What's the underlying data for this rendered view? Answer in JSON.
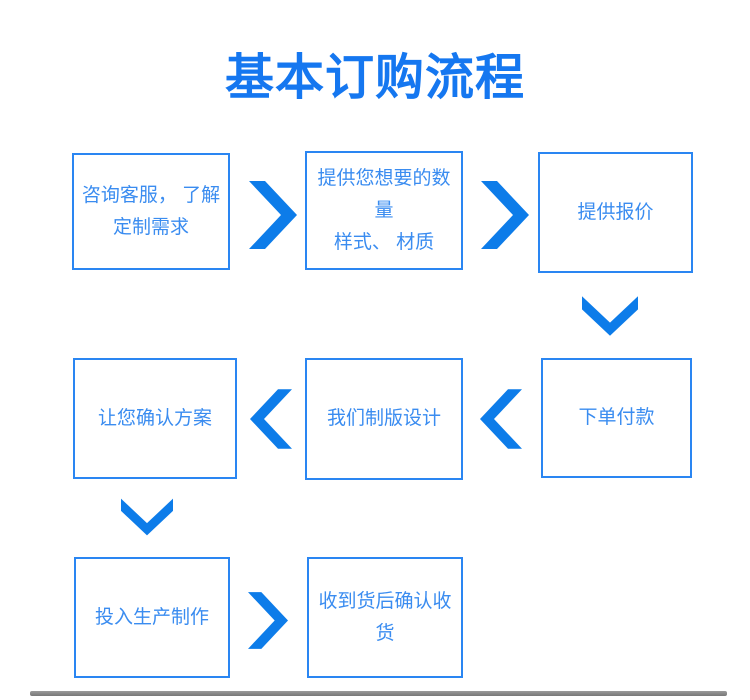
{
  "title": "基本订购流程",
  "colors": {
    "title_text": "#1577f0",
    "box_border": "#2a86f2",
    "box_text": "#3a8cf0",
    "arrow": "#0d7ce9",
    "bottom_bar": "#8d8d8d",
    "background": "#ffffff"
  },
  "steps": [
    {
      "order": 1,
      "label": "咨询客服， 了解\n定制需求"
    },
    {
      "order": 2,
      "label": "提供您想要的数量\n样式、 材质"
    },
    {
      "order": 3,
      "label": "提供报价"
    },
    {
      "order": 4,
      "label": "下单付款"
    },
    {
      "order": 5,
      "label": "我们制版设计"
    },
    {
      "order": 6,
      "label": "让您确认方案"
    },
    {
      "order": 7,
      "label": "投入生产制作"
    },
    {
      "order": 8,
      "label": "收到货后确认收货"
    }
  ],
  "arrows": [
    {
      "from": 1,
      "to": 2,
      "direction": "right"
    },
    {
      "from": 2,
      "to": 3,
      "direction": "right"
    },
    {
      "from": 3,
      "to": 4,
      "direction": "down"
    },
    {
      "from": 4,
      "to": 5,
      "direction": "left"
    },
    {
      "from": 5,
      "to": 6,
      "direction": "left"
    },
    {
      "from": 6,
      "to": 7,
      "direction": "down"
    },
    {
      "from": 7,
      "to": 8,
      "direction": "right"
    }
  ]
}
